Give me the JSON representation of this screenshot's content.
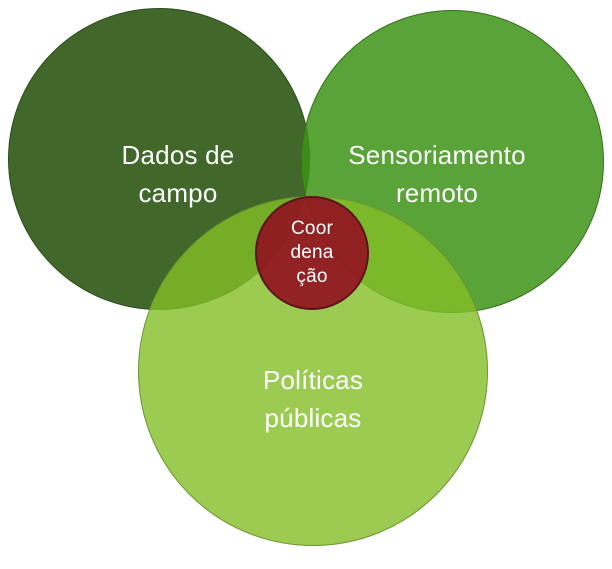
{
  "diagram": {
    "type": "venn",
    "background_color": "#ffffff",
    "text_color": "#ffffff",
    "circles": [
      {
        "id": "field-data",
        "label": "Dados de campo",
        "label_lines": [
          "Dados de",
          "campo"
        ],
        "fill": "#41682a",
        "border": "#2d4a1c",
        "position": "top-left"
      },
      {
        "id": "remote-sensing",
        "label": "Sensoriamento remoto",
        "label_lines": [
          "Sensoriamento",
          "remoto"
        ],
        "fill": "#59a338",
        "border": "#3a7020",
        "position": "top-right"
      },
      {
        "id": "public-policy",
        "label": "Políticas públicas",
        "label_lines": [
          "Políticas",
          "públicas"
        ],
        "fill": "#9ccb52",
        "border": "#6c9431",
        "position": "bottom"
      },
      {
        "id": "coordination",
        "label": "Coordenação",
        "label_lines": [
          "Coor",
          "dena",
          "ção"
        ],
        "fill": "#9a2731",
        "border": "#58151c",
        "position": "center"
      }
    ]
  }
}
